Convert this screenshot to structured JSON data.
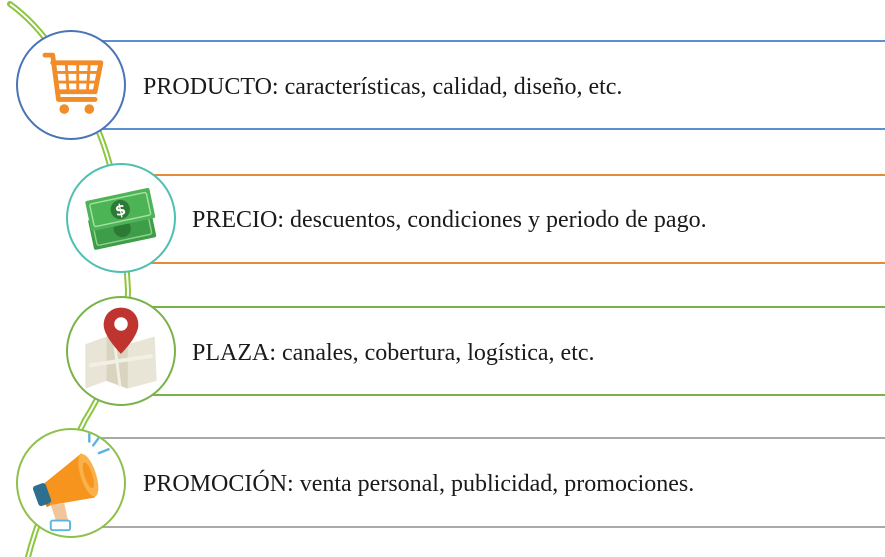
{
  "rows": [
    {
      "key": "producto",
      "title": "PRODUCTO",
      "description": ": características, calidad, diseño, etc.",
      "icon": "shopping-cart-icon",
      "line_color": "#5b8fd0",
      "circle_color": "#4a74b8"
    },
    {
      "key": "precio",
      "title": "PRECIO",
      "description": ": descuentos, condiciones y periodo de pago.",
      "icon": "money-bills-icon",
      "line_color": "#e58a3a",
      "circle_color": "#4fbfb0"
    },
    {
      "key": "plaza",
      "title": "PLAZA",
      "description": ": canales, cobertura, logística, etc.",
      "icon": "map-pin-icon",
      "line_color": "#79b24a",
      "circle_color": "#79b24a"
    },
    {
      "key": "promocion",
      "title": "PROMOCIÓN",
      "description": ": venta personal, publicidad, promociones.",
      "icon": "megaphone-icon",
      "line_color": "#a9a9a9",
      "circle_color": "#8ec04a"
    }
  ],
  "connector_color": "#8cc63f"
}
